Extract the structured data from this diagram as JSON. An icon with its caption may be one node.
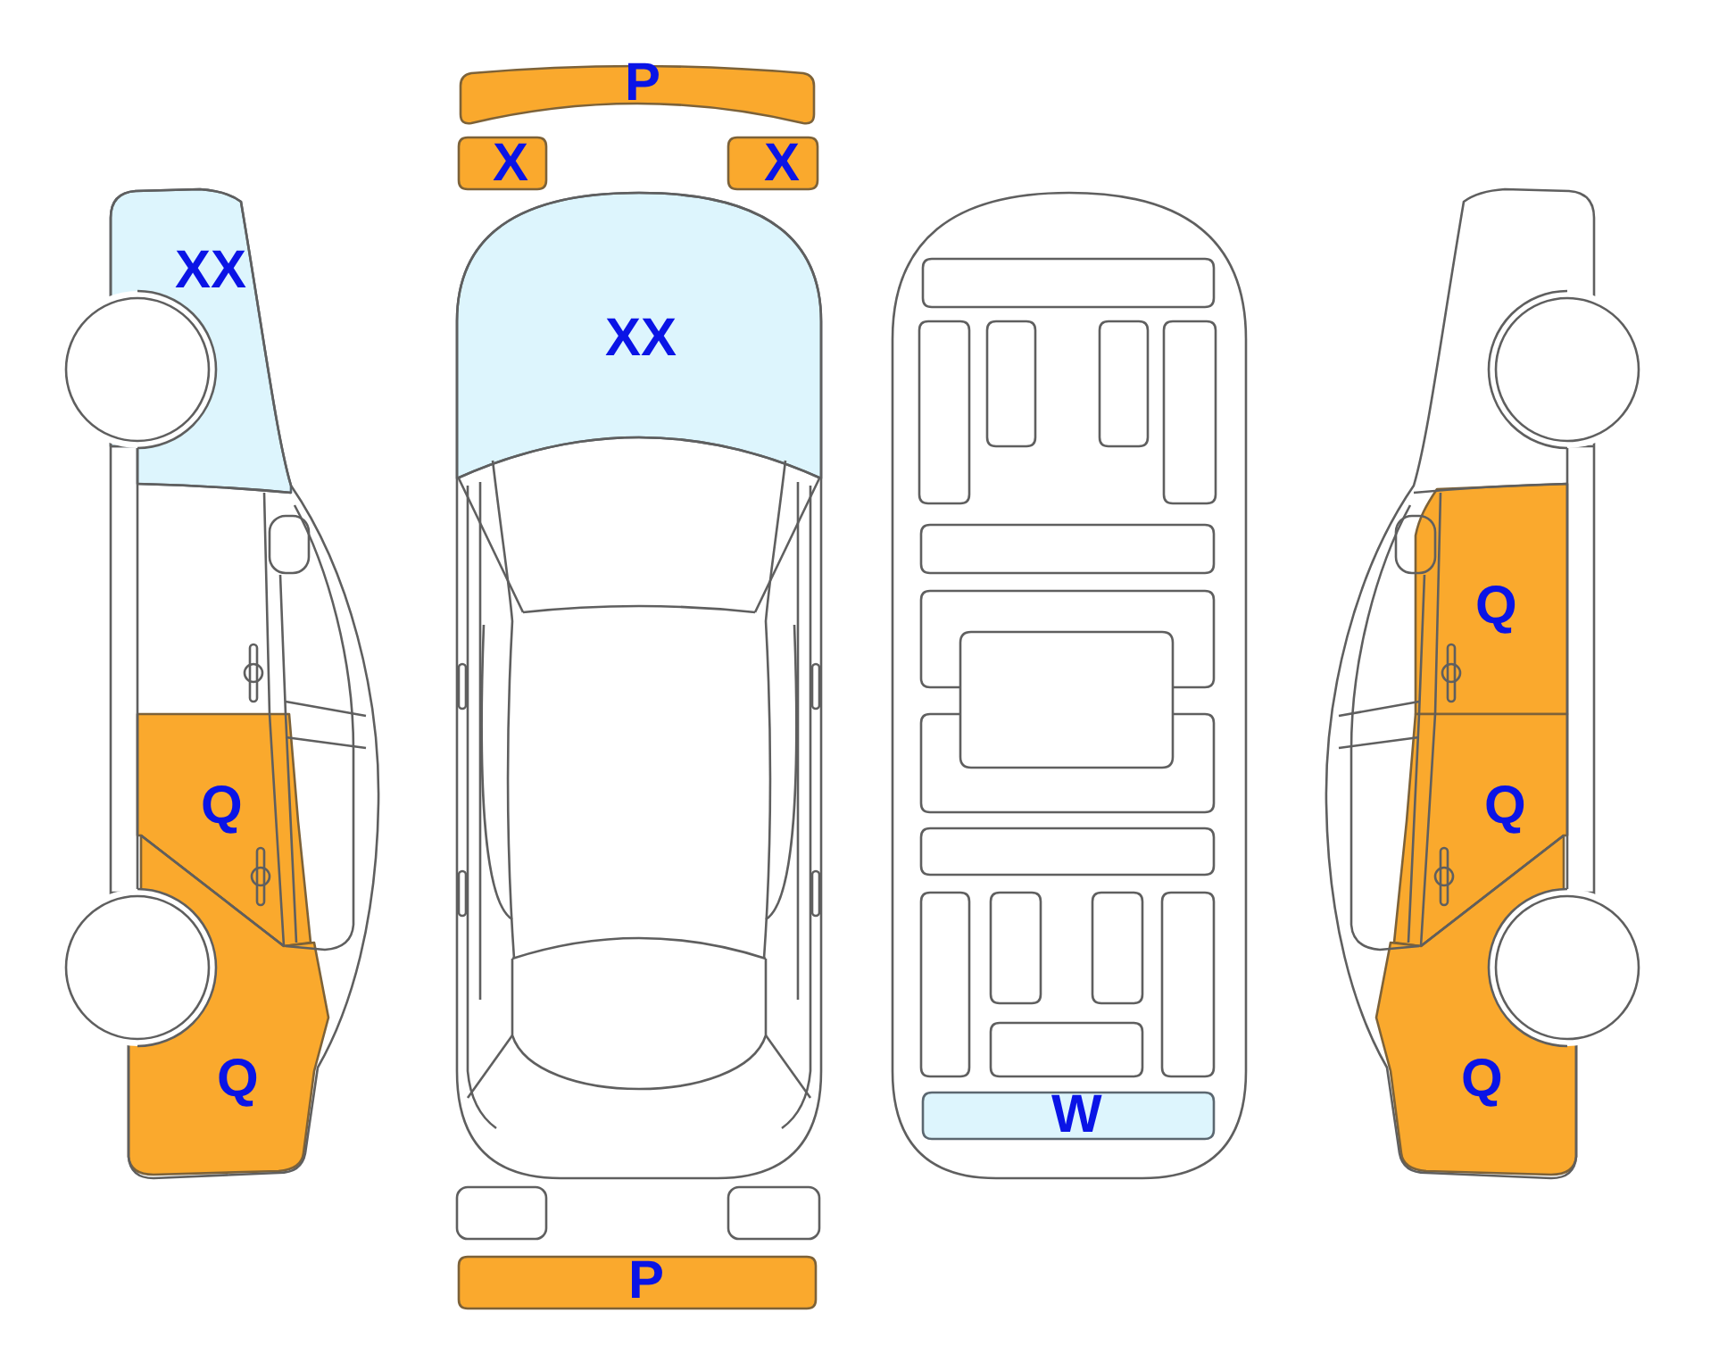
{
  "diagram": {
    "nodes": [
      {
        "text": [
          "P"
        ]
      },
      {
        "text": [
          "X"
        ]
      },
      {
        "text": [
          "X"
        ]
      },
      {
        "text": [
          "XX"
        ]
      },
      {
        "text": [
          "XX"
        ]
      },
      {
        "text": [
          "Q"
        ]
      },
      {
        "text": [
          "Q"
        ]
      },
      {
        "text": [
          "Q"
        ]
      },
      {
        "text": [
          "Q"
        ]
      },
      {
        "text": [
          "Q"
        ]
      },
      {
        "text": [
          "W"
        ]
      },
      {
        "text": [
          "P"
        ]
      }
    ]
  }
}
